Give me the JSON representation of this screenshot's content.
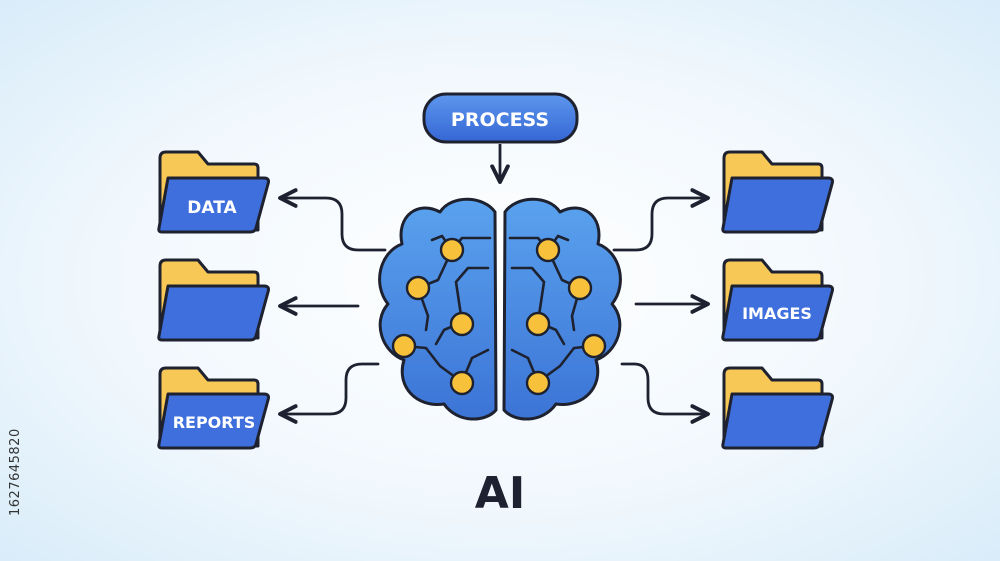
{
  "process_label": "PROCESS",
  "center_label": "AI",
  "left_folders": [
    {
      "label": "DATA"
    },
    {
      "label": ""
    },
    {
      "label": "REPORTS"
    }
  ],
  "right_folders": [
    {
      "label": ""
    },
    {
      "label": "IMAGES"
    },
    {
      "label": ""
    }
  ],
  "stock_id": "1627645820",
  "colors": {
    "folder_blue": "#3f6fdc",
    "folder_tab": "#f8c856",
    "brain_blue": "#4a90e2",
    "node_gold": "#f7c13b",
    "outline": "#1e2230",
    "pill_blue": "#3b6fd8"
  }
}
